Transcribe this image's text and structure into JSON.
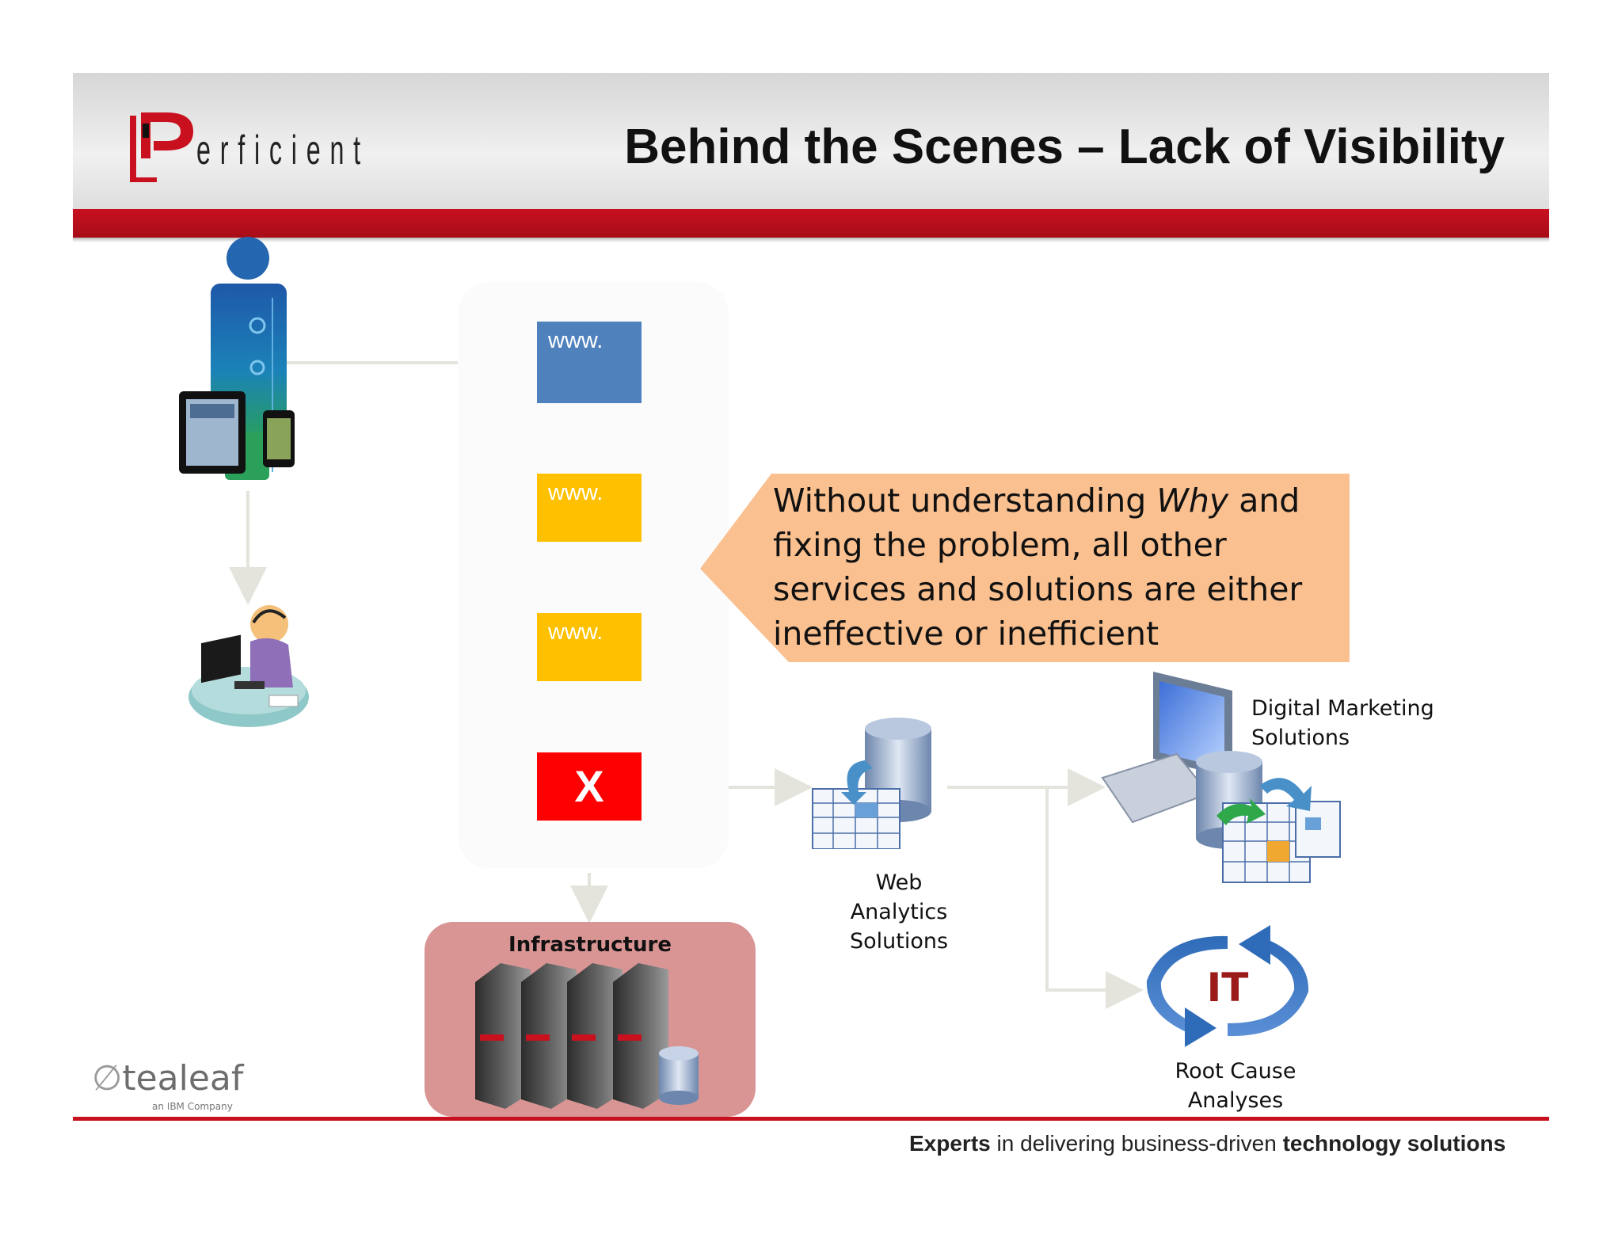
{
  "header": {
    "brand_name": "erficient",
    "brand_initial": "P",
    "title": "Behind the Scenes – Lack of Visibility"
  },
  "flow": {
    "web_box_1": "www.",
    "web_box_2": "www.",
    "web_box_3": "www.",
    "error_box": "X",
    "infrastructure_label": "Infrastructure"
  },
  "callout": {
    "text_before": "Without understanding ",
    "text_emphasis": "Why",
    "text_after": " and fixing the problem, all other services and solutions are either ineffective or inefficient"
  },
  "solutions": {
    "web_analytics": [
      "Web Analytics",
      "Solutions"
    ],
    "digital_marketing": [
      "Digital Marketing",
      "Solutions"
    ],
    "it_badge": "IT",
    "root_cause": "Root Cause Analyses"
  },
  "footer": {
    "tagline_bold_1": "Experts",
    "tagline_mid": " in delivering business-driven ",
    "tagline_bold_2": "technology solutions",
    "partner_logo": "tealeaf",
    "partner_sub": "an IBM Company"
  },
  "colors": {
    "brand_red": "#c8101f",
    "web_blue": "#4f81bd",
    "web_yellow": "#ffc000",
    "error_red": "#ff0000",
    "callout_fill": "#fac090",
    "infra_fill": "#d99594",
    "it_red": "#9b1b1b"
  }
}
